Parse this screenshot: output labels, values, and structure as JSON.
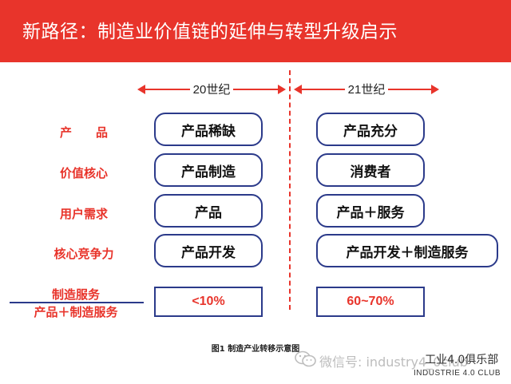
{
  "title": "新路径：制造业价值链的延伸与转型升级启示",
  "eras": {
    "left": "20世纪",
    "right": "21世纪"
  },
  "rows": [
    {
      "label": "产　　品",
      "c20": "产品稀缺",
      "c21": "产品充分"
    },
    {
      "label": "价值核心",
      "c20": "产品制造",
      "c21": "消费者"
    },
    {
      "label": "用户需求",
      "c20": "产品",
      "c21": "产品＋服务"
    },
    {
      "label": "核心竞争力",
      "c20": "产品开发",
      "c21": "产品开发＋制造服务"
    }
  ],
  "ratio_row": {
    "numerator": "制造服务",
    "denominator": "产品＋制造服务",
    "c20": "<10%",
    "c21": "60~70%"
  },
  "caption": "图1  制造产业转移示意图",
  "watermark": {
    "text": "微信号: industry4_0club",
    "logo_text": "工业4.0俱乐部",
    "logo_sub": "INDUSTRIE 4.0 CLUB"
  },
  "colors": {
    "accent_red": "#e8342b",
    "box_border_blue": "#2b3a8a"
  },
  "icons": {
    "wechat": "wechat-icon"
  }
}
